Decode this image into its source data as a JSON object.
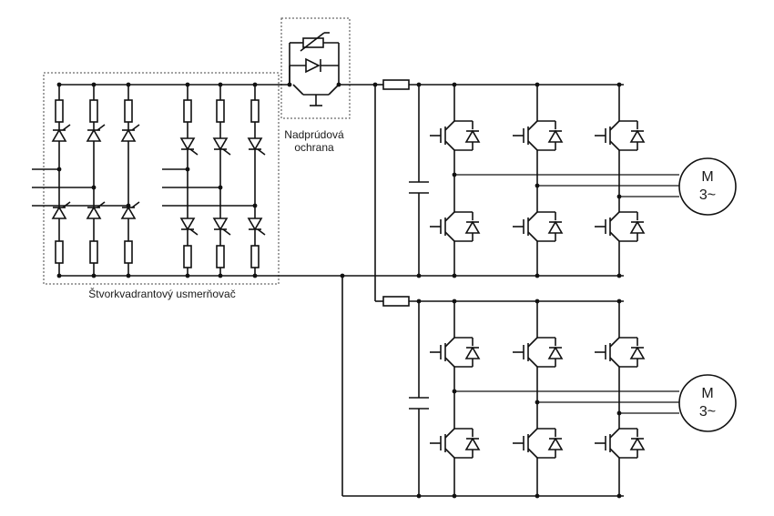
{
  "labels": {
    "overcurrent_line1": "Nadprúdová",
    "overcurrent_line2": "ochrana",
    "rectifier": "Štvorkvadrantový usmerňovač",
    "motor1_line1": "M",
    "motor1_line2": "3~",
    "motor2_line1": "M",
    "motor2_line2": "3~"
  },
  "icons": {
    "thyristor": "thyristor-icon",
    "diode": "diode-icon",
    "resistor": "resistor-icon",
    "fuse": "fuse-icon",
    "capacitor": "capacitor-icon",
    "igbt": "igbt-icon",
    "varistor": "varistor-icon",
    "motor": "motor-icon"
  }
}
